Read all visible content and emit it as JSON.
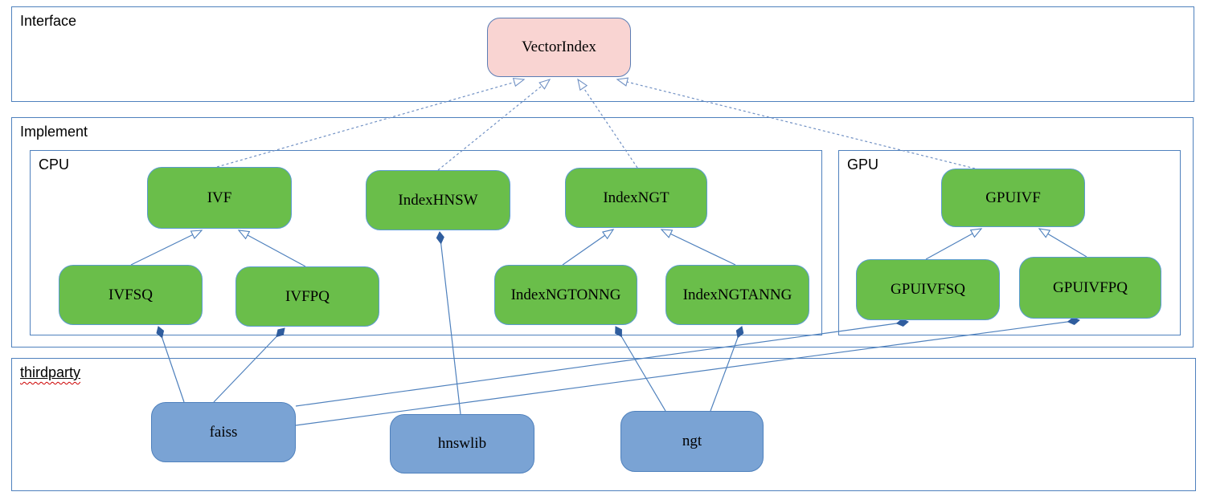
{
  "diagram": {
    "containers": [
      {
        "id": "interface",
        "label": "Interface",
        "misspelled": false
      },
      {
        "id": "implement",
        "label": "Implement",
        "misspelled": false
      },
      {
        "id": "cpu",
        "label": "CPU",
        "misspelled": false
      },
      {
        "id": "gpu",
        "label": "GPU",
        "misspelled": false
      },
      {
        "id": "thirdparty",
        "label": "thirdparty",
        "misspelled": true
      }
    ],
    "nodes": [
      {
        "id": "VectorIndex",
        "label": "VectorIndex",
        "kind": "interface",
        "group": "interface"
      },
      {
        "id": "IVF",
        "label": "IVF",
        "kind": "impl",
        "group": "cpu"
      },
      {
        "id": "IndexHNSW",
        "label": "IndexHNSW",
        "kind": "impl",
        "group": "cpu"
      },
      {
        "id": "IndexNGT",
        "label": "IndexNGT",
        "kind": "impl",
        "group": "cpu"
      },
      {
        "id": "IVFSQ",
        "label": "IVFSQ",
        "kind": "impl",
        "group": "cpu"
      },
      {
        "id": "IVFPQ",
        "label": "IVFPQ",
        "kind": "impl",
        "group": "cpu"
      },
      {
        "id": "IndexNGTONNG",
        "label": "IndexNGTONNG",
        "kind": "impl",
        "group": "cpu"
      },
      {
        "id": "IndexNGTANNG",
        "label": "IndexNGTANNG",
        "kind": "impl",
        "group": "cpu"
      },
      {
        "id": "GPUIVF",
        "label": "GPUIVF",
        "kind": "impl",
        "group": "gpu"
      },
      {
        "id": "GPUIVFSQ",
        "label": "GPUIVFSQ",
        "kind": "impl",
        "group": "gpu"
      },
      {
        "id": "GPUIVFPQ",
        "label": "GPUIVFPQ",
        "kind": "impl",
        "group": "gpu"
      },
      {
        "id": "faiss",
        "label": "faiss",
        "kind": "thirdparty",
        "group": "thirdparty"
      },
      {
        "id": "hnswlib",
        "label": "hnswlib",
        "kind": "thirdparty",
        "group": "thirdparty"
      },
      {
        "id": "ngt",
        "label": "ngt",
        "kind": "thirdparty",
        "group": "thirdparty"
      }
    ],
    "edges": [
      {
        "from": "IVF",
        "to": "VectorIndex",
        "type": "realization"
      },
      {
        "from": "IndexHNSW",
        "to": "VectorIndex",
        "type": "realization"
      },
      {
        "from": "IndexNGT",
        "to": "VectorIndex",
        "type": "realization"
      },
      {
        "from": "GPUIVF",
        "to": "VectorIndex",
        "type": "realization"
      },
      {
        "from": "IVFSQ",
        "to": "IVF",
        "type": "generalization"
      },
      {
        "from": "IVFPQ",
        "to": "IVF",
        "type": "generalization"
      },
      {
        "from": "IndexNGTONNG",
        "to": "IndexNGT",
        "type": "generalization"
      },
      {
        "from": "IndexNGTANNG",
        "to": "IndexNGT",
        "type": "generalization"
      },
      {
        "from": "GPUIVFSQ",
        "to": "GPUIVF",
        "type": "generalization"
      },
      {
        "from": "GPUIVFPQ",
        "to": "GPUIVF",
        "type": "generalization"
      },
      {
        "from": "faiss",
        "to": "IVFSQ",
        "type": "composition"
      },
      {
        "from": "faiss",
        "to": "IVFPQ",
        "type": "composition"
      },
      {
        "from": "faiss",
        "to": "GPUIVFSQ",
        "type": "composition"
      },
      {
        "from": "faiss",
        "to": "GPUIVFPQ",
        "type": "composition"
      },
      {
        "from": "hnswlib",
        "to": "IndexHNSW",
        "type": "composition"
      },
      {
        "from": "ngt",
        "to": "IndexNGTONNG",
        "type": "composition"
      },
      {
        "from": "ngt",
        "to": "IndexNGTANNG",
        "type": "composition"
      }
    ],
    "colors": {
      "interface_fill": "#f9d4d2",
      "implement_fill": "#6abe4a",
      "thirdparty_fill": "#7aa3d4",
      "line_stroke": "#4f81bd",
      "dashed_stroke": "#7191c4",
      "container_border": "#4f81bd",
      "spellcheck_underline": "#cc0000"
    }
  }
}
